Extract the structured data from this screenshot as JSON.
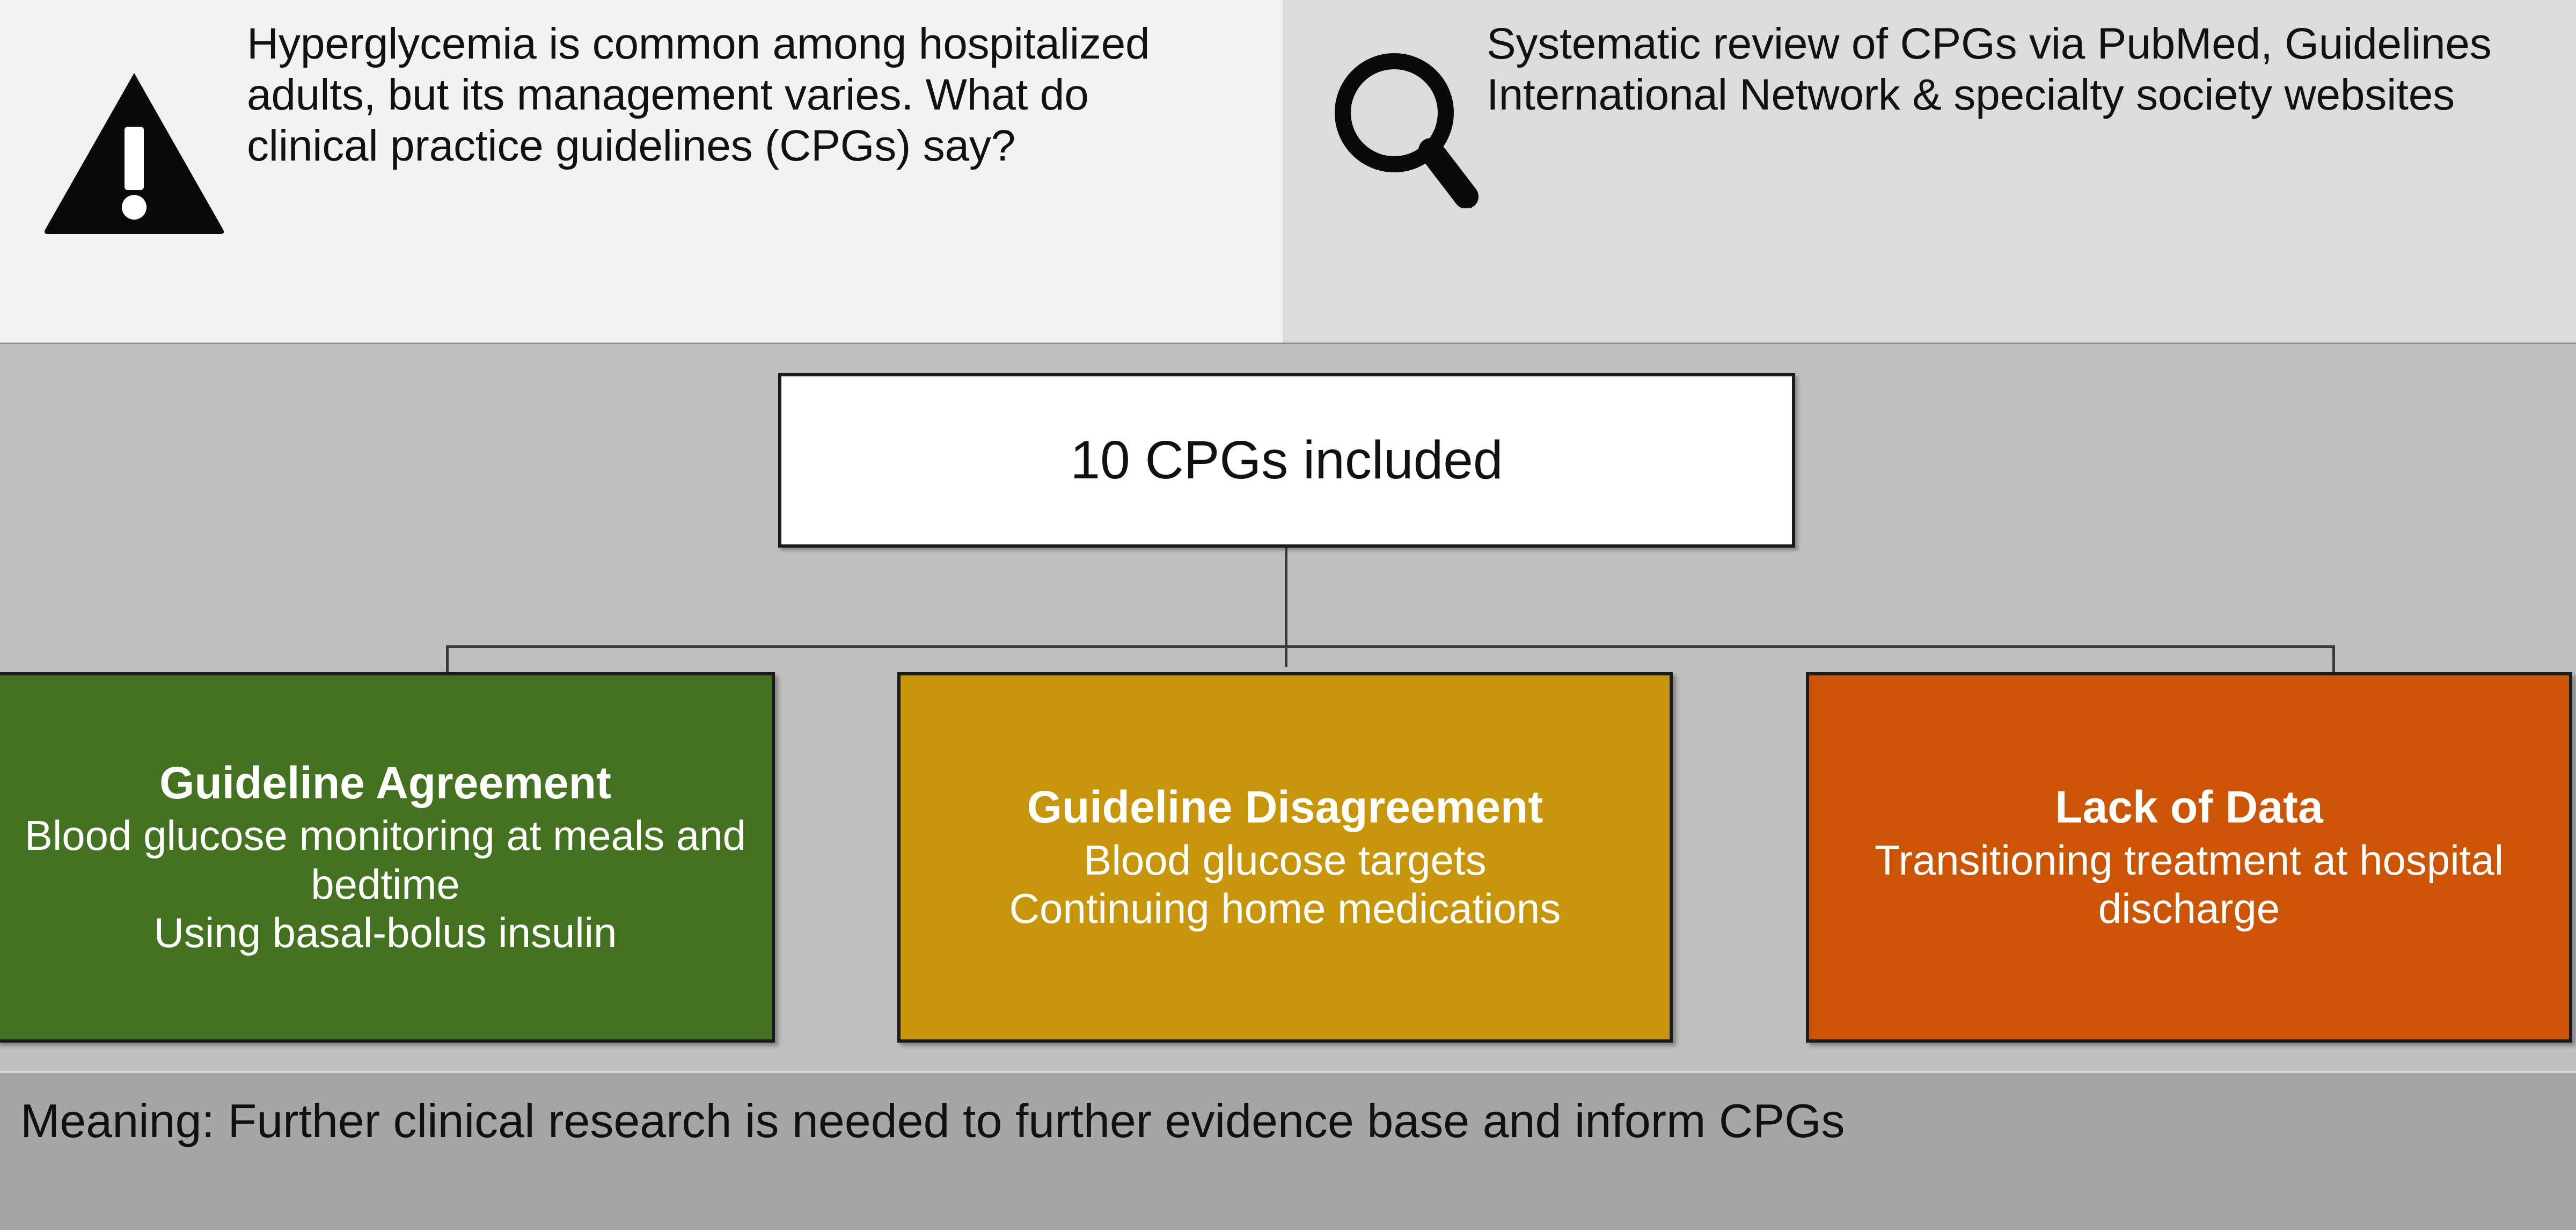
{
  "top": {
    "problem": {
      "icon": "warning-triangle-icon",
      "text": "Hyperglycemia is common among hospitalized adults, but its management varies. What do clinical practice guidelines (CPGs) say?",
      "background_color": "#F2F2F2"
    },
    "method": {
      "icon": "magnifier-icon",
      "text": "Systematic review of CPGs via PubMed, Guidelines International Network & specialty society websites",
      "background_color": "#DCDCDC"
    }
  },
  "flow": {
    "result_box": {
      "label": "10 CPGs included",
      "background_color": "#FFFFFF",
      "border_color": "#1B1B1B"
    },
    "categories": [
      {
        "id": "guideline-agreement",
        "title": "Guideline Agreement",
        "lines": [
          "Blood glucose monitoring at meals and bedtime",
          "Using basal-bolus insulin"
        ],
        "color": "#447220"
      },
      {
        "id": "guideline-disagreement",
        "title": "Guideline Disagreement",
        "lines": [
          "Blood glucose targets",
          "Continuing home medications"
        ],
        "color": "#C8960C"
      },
      {
        "id": "lack-of-data",
        "title": "Lack of Data",
        "lines": [
          "Transitioning treatment at hospital discharge"
        ],
        "color": "#CB5504"
      }
    ],
    "background_color": "#BFBFBF"
  },
  "bottom": {
    "meaning": "Meaning: Further clinical research is needed to further evidence base and inform CPGs",
    "background_color": "#A6A6A6"
  }
}
